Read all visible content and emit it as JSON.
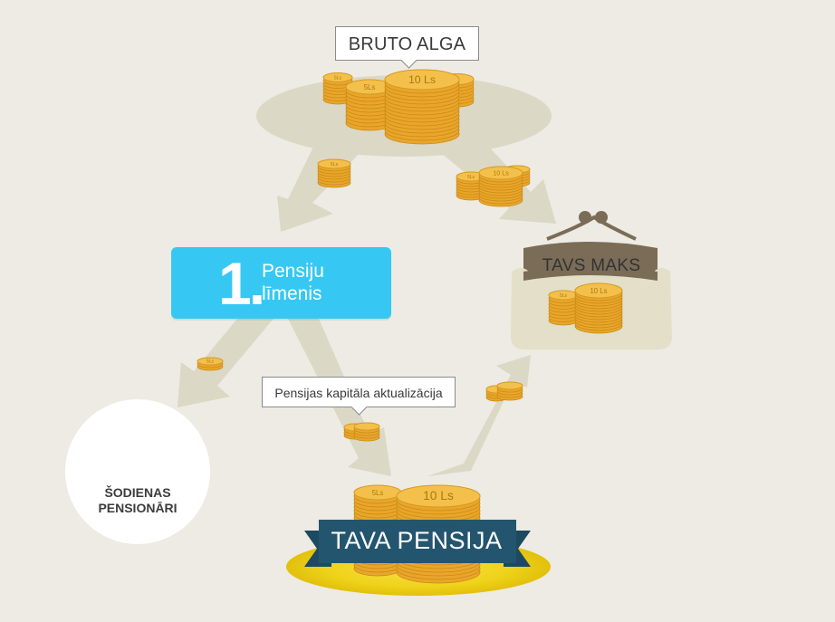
{
  "labels": {
    "bruto_alga": "BRUTO ALGA",
    "level_number": "1.",
    "level_line1": "Pensiju",
    "level_line2": "līmenis",
    "tavs_maks": "TAVS MAKS",
    "aktualizacija": "Pensijas kapitāla aktualizācija",
    "pensionari_line1": "ŠODIENAS",
    "pensionari_line2": "PENSIONĀRI",
    "tava_pensija": "TAVA PENSIJA"
  },
  "coin_labels": {
    "five": "5Ls",
    "ten": "10 Ls"
  },
  "colors": {
    "background": "#edebe3",
    "arrow": "#dcd8c6",
    "level_box": "#36c8f3",
    "coin": "#e9a62a",
    "coin_top": "#f3c14b",
    "ribbon": "#24556f",
    "glow": "#f0d21c",
    "purse": "#e3dfc9",
    "purse_frame": "#7a6c57"
  }
}
